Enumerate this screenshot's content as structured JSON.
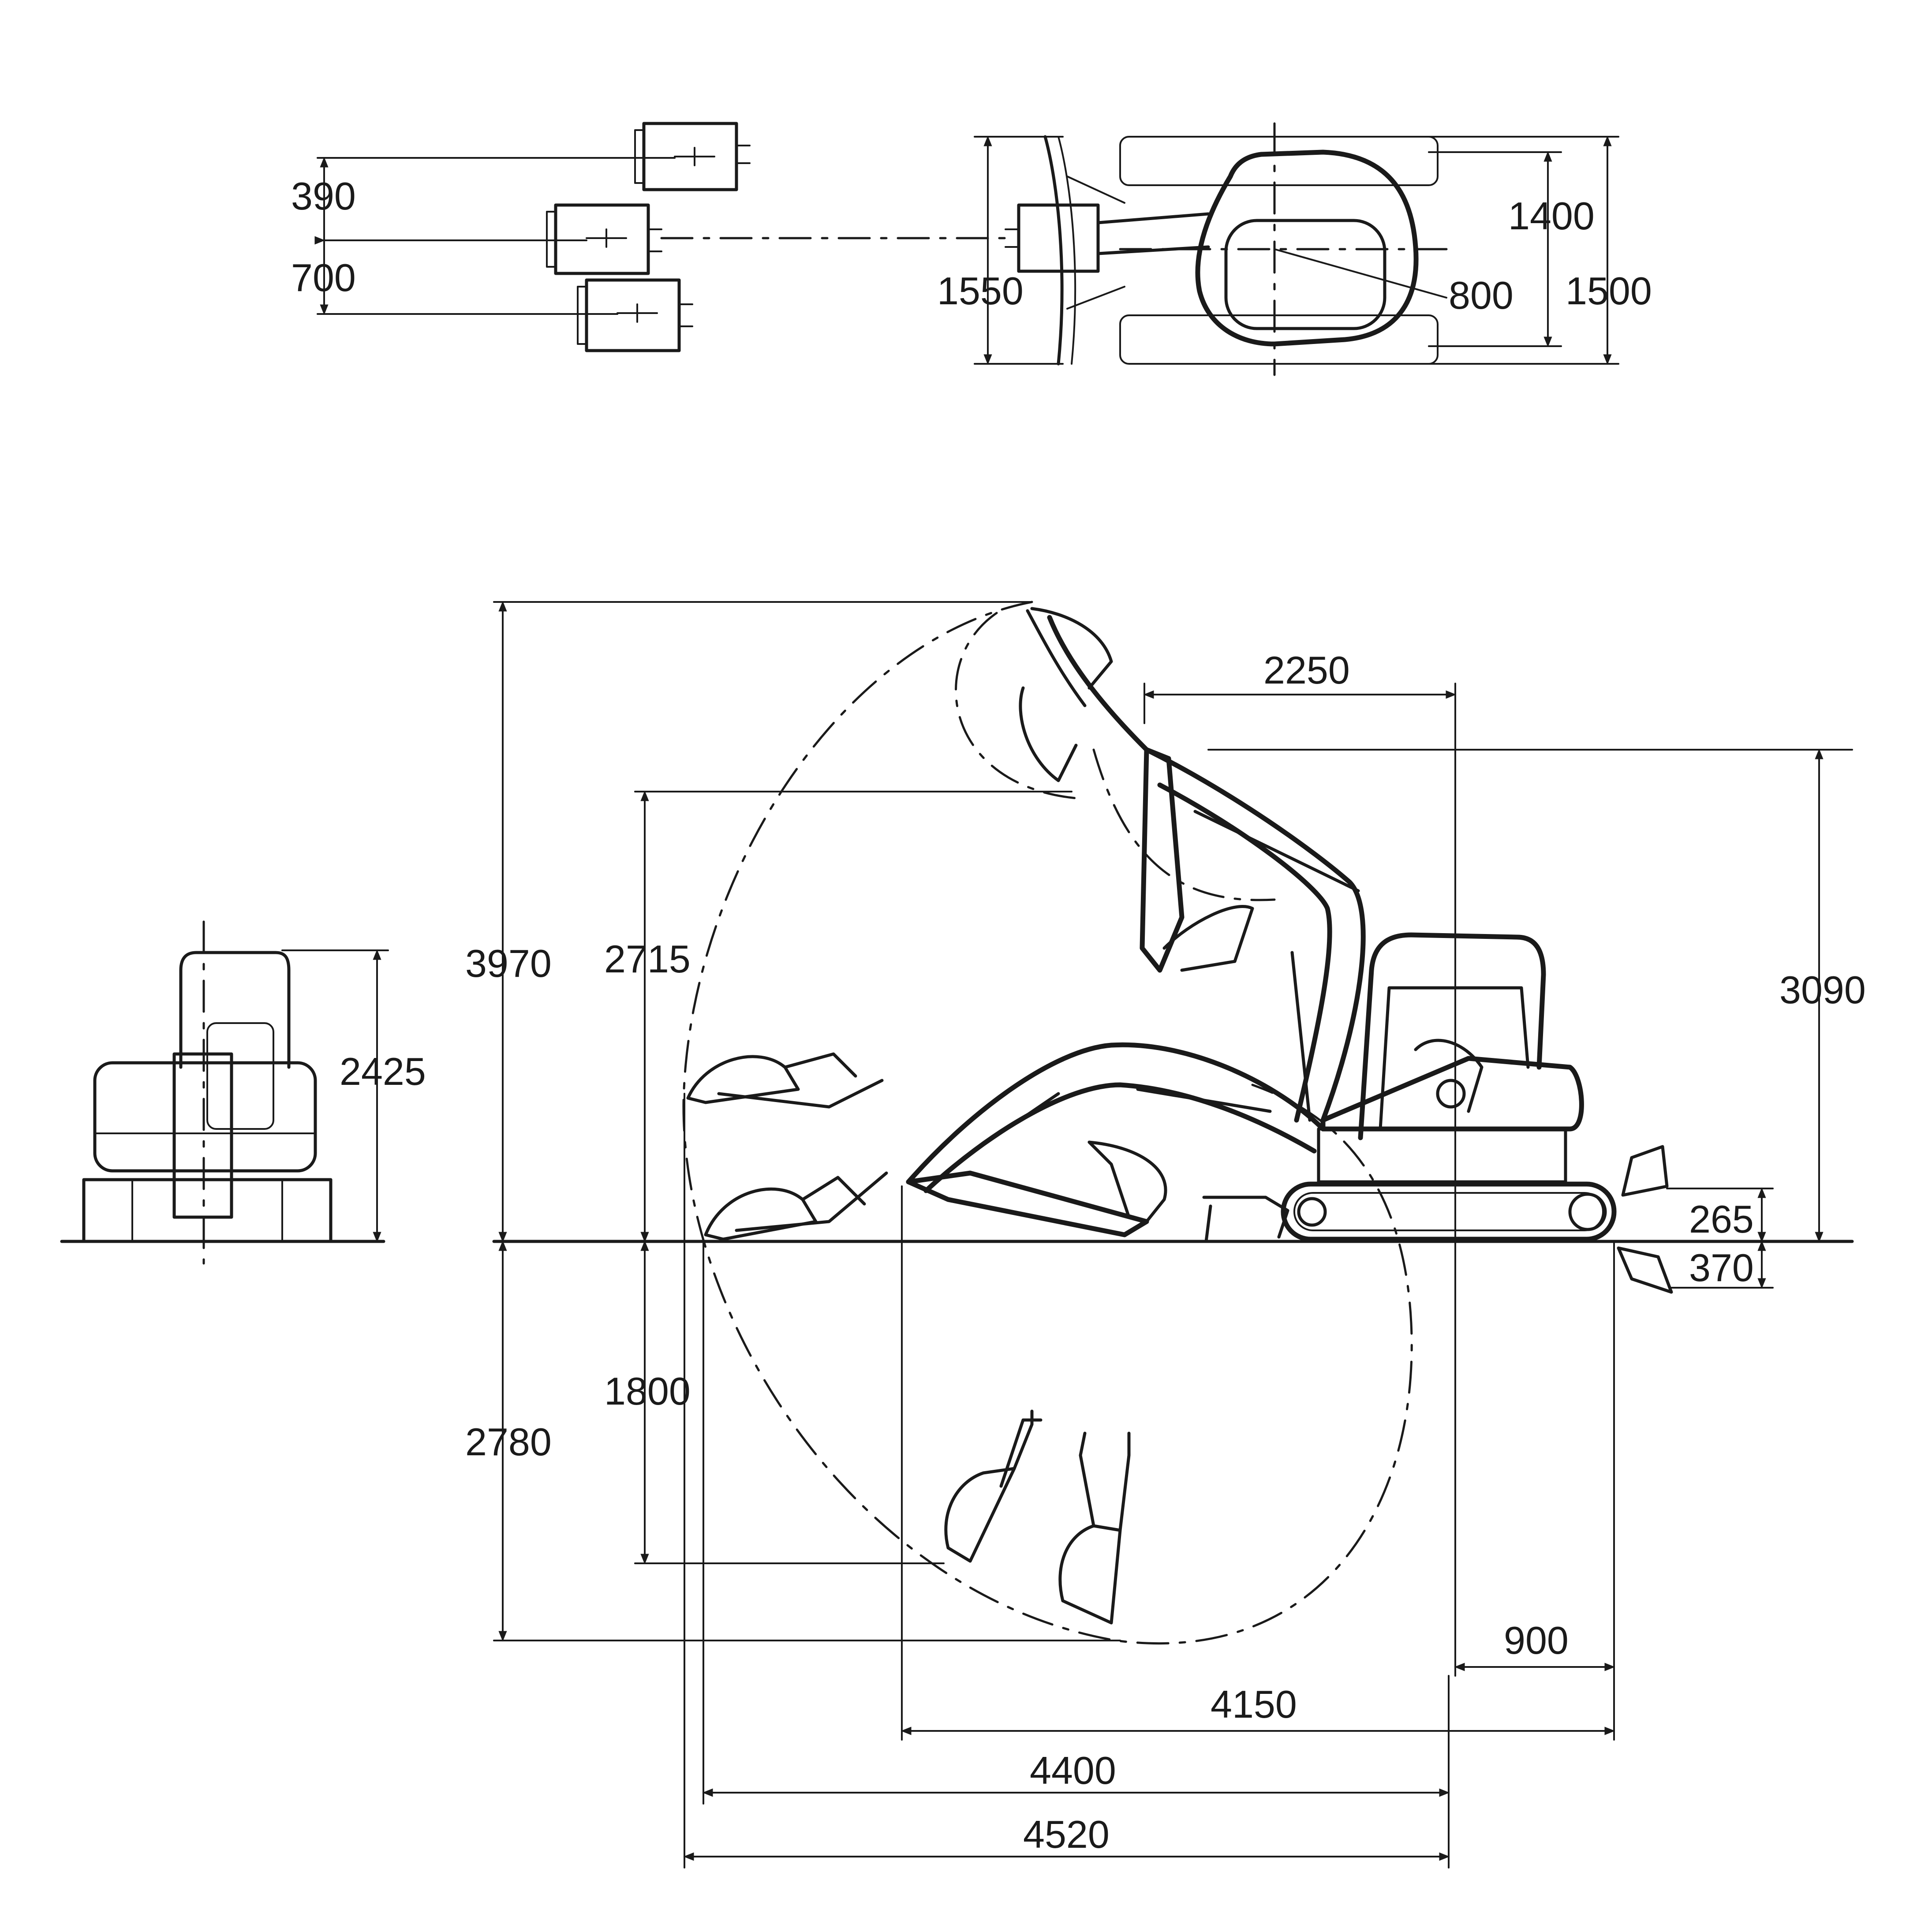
{
  "bucket_offsets": {
    "left_offset": "390",
    "right_offset": "700"
  },
  "top_view": {
    "track_gauge": "1550",
    "tail_radius": "800",
    "track_width": "1400",
    "overall_width": "1500"
  },
  "front_view": {
    "canopy_height": "2425"
  },
  "side_view": {
    "max_dig_height": "3970",
    "max_dump_height": "2715",
    "max_dig_depth": "2780",
    "vertical_wall_depth": "1800",
    "front_swing_radius": "2250",
    "transport_height": "3090",
    "blade_lift": "265",
    "blade_drop": "370",
    "tail_length": "900",
    "transport_length": "4150",
    "reach_at_ground": "4400",
    "max_reach": "4520"
  }
}
